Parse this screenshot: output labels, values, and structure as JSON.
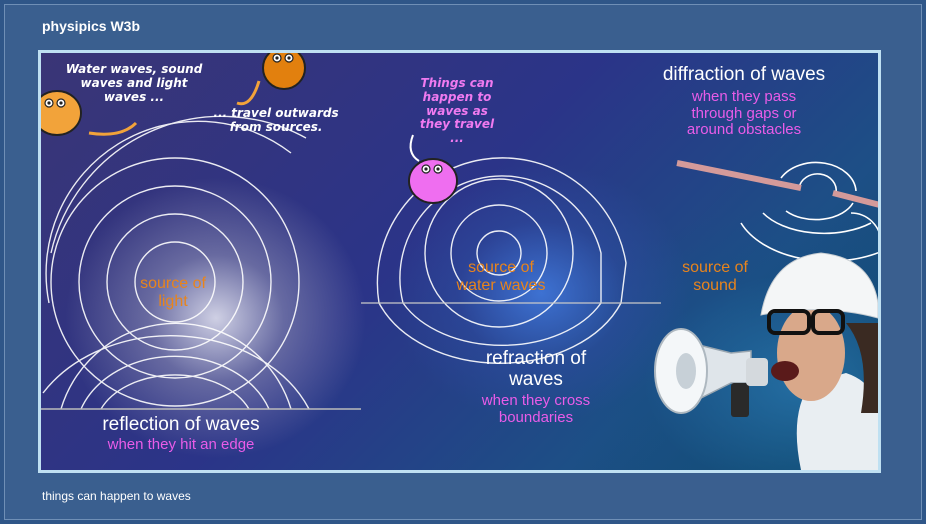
{
  "slide": {
    "title": "physipics W3b",
    "footer": "things can happen to waves"
  },
  "speech": {
    "left_bubble": "Water waves, sound waves and light waves ...",
    "right_bubble": "... travel outwards from sources.",
    "middle_bubble": "Things can happen to waves as they travel ..."
  },
  "sources": {
    "light": "source of light",
    "water": "source of water waves",
    "sound": "source of sound"
  },
  "reflection": {
    "title": "reflection of waves",
    "subtitle": "when they hit an edge"
  },
  "refraction": {
    "title": "refraction of waves",
    "subtitle": "when they cross boundaries"
  },
  "diffraction": {
    "title": "diffraction of waves",
    "subtitle": "when they pass through gaps or around obstacles"
  },
  "colors": {
    "border": "#bfe0f2",
    "orange_text": "#e8841c",
    "pink_text": "#e95ce8",
    "blob_orange": "#f2a33a",
    "blob_darkorange": "#e2800e",
    "blob_pink": "#ef6ef0",
    "wall": "#d49a9a"
  },
  "icons": [
    "blob-character-orange",
    "blob-character-dark-orange",
    "blob-character-pink",
    "megaphone-icon",
    "hard-hat-woman-figure"
  ]
}
